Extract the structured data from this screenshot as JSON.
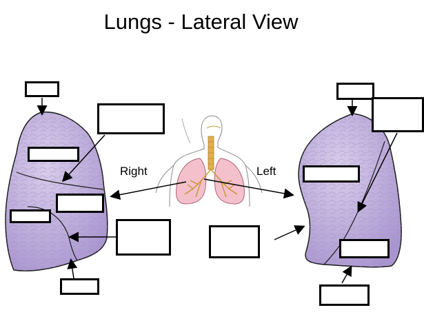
{
  "title": "Lungs - Lateral View",
  "labels": {
    "right": "Right",
    "left": "Left"
  },
  "colors": {
    "lung_fill": "#b9a9d9",
    "lung_fill_light": "#d8cdea",
    "lung_outline": "#1a1a1a",
    "inset_lung": "#f0b8c6",
    "inset_airway": "#c8962e",
    "box_border": "#000000",
    "arrow": "#000000"
  },
  "answer_boxes": {
    "count": 13,
    "state": "blank"
  }
}
